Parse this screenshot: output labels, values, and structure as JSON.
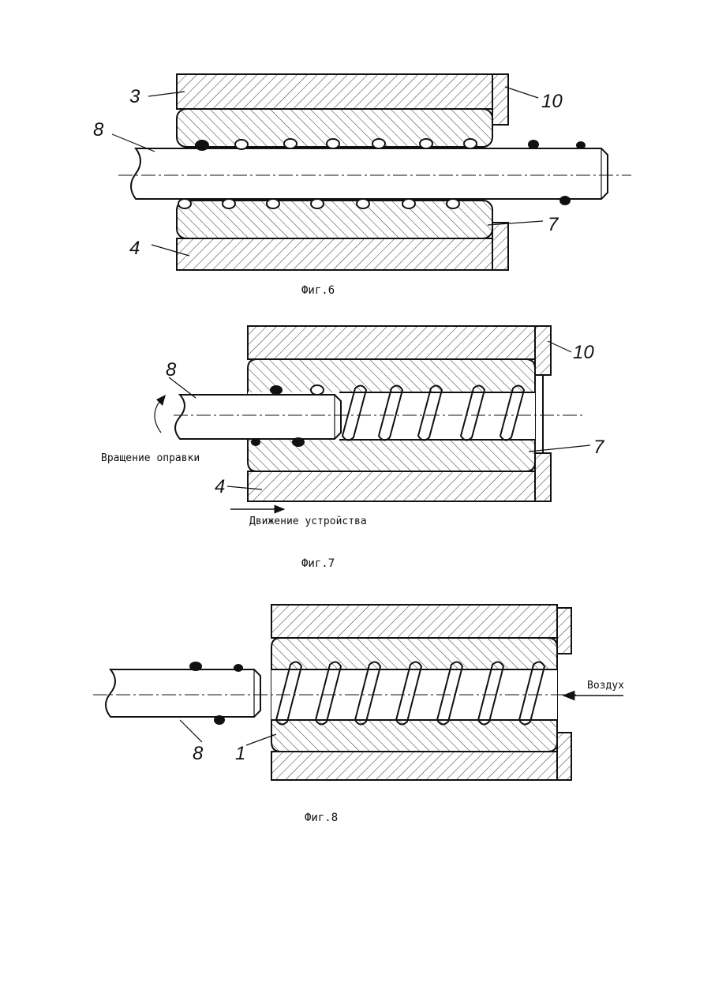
{
  "figures": [
    {
      "id": "fig6",
      "caption": "Фиг.6",
      "labels": {
        "outer_top": "3",
        "end_cap": "10",
        "shaft": "8",
        "liner": "7",
        "outer_bottom": "4"
      }
    },
    {
      "id": "fig7",
      "caption": "Фиг.7",
      "labels": {
        "shaft": "8",
        "end_cap": "10",
        "liner": "7",
        "outer": "4"
      },
      "notes": {
        "rotation": "Вращение оправки",
        "movement": "Движение устройства"
      }
    },
    {
      "id": "fig8",
      "caption": "Фиг.8",
      "labels": {
        "shaft": "8",
        "liner": "1"
      },
      "notes": {
        "air": "Воздух"
      }
    }
  ]
}
